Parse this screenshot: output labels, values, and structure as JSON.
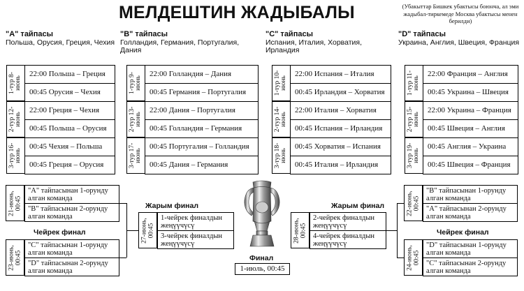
{
  "title": "МЕЛДЕШТИН ЖАДЫБАЛЫ",
  "note": "(Убакыттар Бишкек убактысы боюнча, ал эми жадыбал-тиркемеде Москва убактысы менен берилди)",
  "groups": [
    {
      "title": "\"А\" тайпасы",
      "teams": "Польша, Орусия, Греция, Чехия",
      "rounds": [
        {
          "date": "1-тур 8-июнь",
          "matches": [
            "22:00 Польша – Греция",
            "00:45 Орусия – Чехия"
          ]
        },
        {
          "date": "2-тур 12-июнь",
          "matches": [
            "22:00 Греция – Чехия",
            "00:45 Польша – Орусия"
          ]
        },
        {
          "date": "3-тур 16-июнь",
          "matches": [
            "00:45 Чехия – Польша",
            "00:45 Греция – Орусия"
          ]
        }
      ]
    },
    {
      "title": "\"В\" тайпасы",
      "teams": "Голландия, Германия, Португалия, Дания",
      "rounds": [
        {
          "date": "1-тур 9-июнь",
          "matches": [
            "22:00 Голландия – Дания",
            "00:45 Германия  – Португалия"
          ]
        },
        {
          "date": "2-тур 13-июнь",
          "matches": [
            "22:00 Дания – Португалия",
            "00:45 Голландия – Германия"
          ]
        },
        {
          "date": "3-тур 17-июнь",
          "matches": [
            "00:45 Португалия – Голландия",
            "00:45 Дания – Германия"
          ]
        }
      ]
    },
    {
      "title": "\"С\" тайпасы",
      "teams": "Испания, Италия, Хорватия, Ирландия",
      "rounds": [
        {
          "date": "1-тур 10-июнь",
          "matches": [
            "22:00 Испания – Италия",
            "00:45 Ирландия – Хорватия"
          ]
        },
        {
          "date": "2-тур 14-июнь",
          "matches": [
            "22:00 Италия – Хорватия",
            "00:45 Испания – Ирландия"
          ]
        },
        {
          "date": "3-тур 18-июнь",
          "matches": [
            "00:45 Хорватия – Испания",
            "00:45 Италия – Ирландия"
          ]
        }
      ]
    },
    {
      "title": "\"D\" тайпасы",
      "teams": "Украина, Англия, Швеция, Франция",
      "rounds": [
        {
          "date": "1-тур 11-июнь",
          "matches": [
            "22:00 Франция – Англия",
            "00:45 Украина – Швеция"
          ]
        },
        {
          "date": "2-тур 15-июнь",
          "matches": [
            "22:00 Украина – Франция",
            "00:45 Швеция – Англия"
          ]
        },
        {
          "date": "3-тур 19-июнь",
          "matches": [
            "00:45 Англия – Украина",
            "00:45 Швеция – Франция"
          ]
        }
      ]
    }
  ],
  "playoff": {
    "quarter_label": "Чейрек финал",
    "semi_label": "Жарым финал",
    "final_label": "Финал",
    "final_date": "1-июль, 00:45",
    "left_qf": [
      {
        "date": "21-июнь, 00:45",
        "teams": [
          "\"А\" тайпасынан 1-орунду алган команда",
          "\"В\" тайпасынан 2-орунду алган команда"
        ]
      },
      {
        "date": "23-июнь, 00:45",
        "teams": [
          "\"С\" тайпасынан 1-орунду алган команда",
          "\"D\" тайпасынан 2-орунду алган команда"
        ]
      }
    ],
    "right_qf": [
      {
        "date": "22-июнь, 00:45",
        "teams": [
          "\"В\" тайпасынан 1-орунду алган команда",
          "\"А\" тайпасынан 2-орунду алган команда"
        ]
      },
      {
        "date": "24-июнь, 00:45",
        "teams": [
          "\"D\" тайпасынан 1-орунду алган команда",
          "\"С\" тайпасынан 2-орунду алган команда"
        ]
      }
    ],
    "left_sf": {
      "date": "27-июнь, 00:45",
      "teams": [
        "1-чейрек финалдын жеңүүчүсү",
        "3-чейрек финалдын жеңүүчүсү"
      ]
    },
    "right_sf": {
      "date": "28-июнь, 00:45",
      "teams": [
        "2-чейрек финалдын жеңүүчүсү",
        "4-чейрек финалдын жеңүүчүсү"
      ]
    }
  }
}
